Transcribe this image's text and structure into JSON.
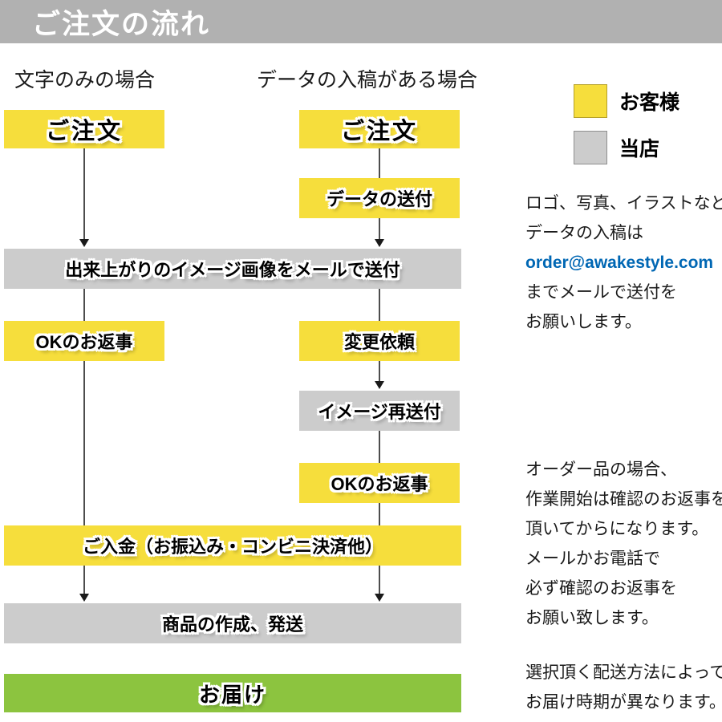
{
  "header": {
    "title": "ご注文の流れ"
  },
  "columns": {
    "left_label": "文字のみの場合",
    "right_label": "データの入稿がある場合"
  },
  "legend": {
    "customer": {
      "label": "お客様",
      "color": "#f6de3c"
    },
    "shop": {
      "label": "当店",
      "color": "#cccccc"
    }
  },
  "flow": {
    "order_left": "ご注文",
    "order_right": "ご注文",
    "data_send": "データの送付",
    "image_mail": "出来上がりのイメージ画像をメールで送付",
    "ok_reply_left": "OKのお返事",
    "change_request": "変更依頼",
    "image_resend": "イメージ再送付",
    "ok_reply_right": "OKのお返事",
    "payment": "ご入金（お振込み・コンビニ決済他）",
    "production": "商品の作成、発送",
    "delivery": "お届け"
  },
  "notes": {
    "submission": {
      "line1": "ロゴ、写真、イラストなど",
      "line2": "データの入稿は",
      "email": "order@awakestyle.com",
      "line3": "までメールで送付を",
      "line4": "お願いします。"
    },
    "confirmation": {
      "line1": "オーダー品の場合、",
      "line2": "作業開始は確認のお返事を",
      "line3": "頂いてからになります。",
      "line4": "メールかお電話で",
      "line5": "必ず確認のお返事を",
      "line6": "お願い致します。"
    },
    "shipping": {
      "line1": "選択頂く配送方法によって",
      "line2": "お届け時期が異なります。"
    }
  },
  "colors": {
    "customer_yellow": "#f6de3c",
    "shop_gray": "#cccccc",
    "header_gray": "#b1b1b1",
    "delivery_green": "#8cc43f",
    "email_blue": "#0067b4",
    "line_gray": "#4d4d4d"
  }
}
